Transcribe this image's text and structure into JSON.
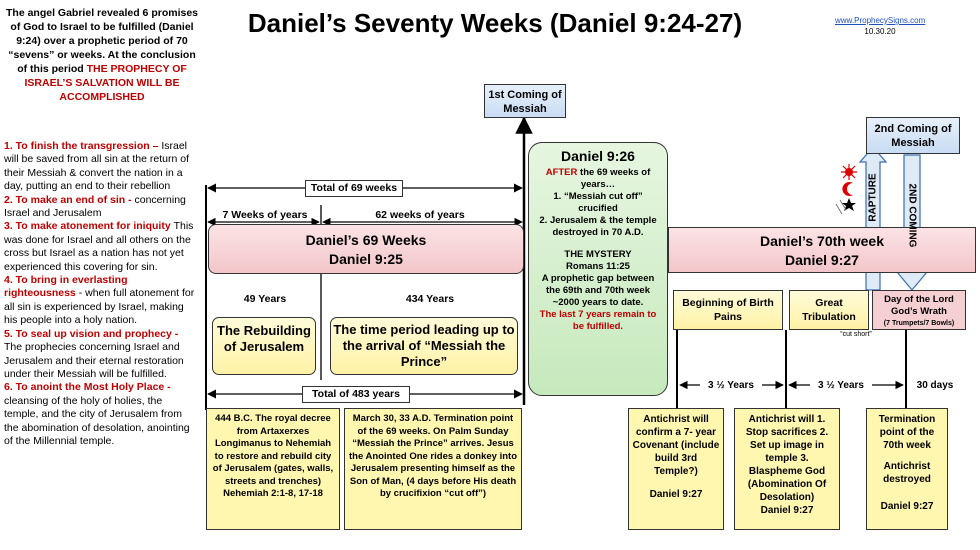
{
  "title": "Daniel’s Seventy Weeks (Daniel 9:24-27)",
  "website": "www.ProphecySigns.com",
  "date": "10.30.20",
  "intro": {
    "text": "The angel Gabriel revealed 6 promises of God to Israel to be fulfilled (Daniel 9:24) over a prophetic period of 70 “sevens” or weeks. At the conclusion of this period ",
    "highlight": "THE PROPHECY OF ISRAEL’S SALVATION WILL BE ACCOMPLISHED"
  },
  "promises": [
    {
      "head": "1. To finish the transgression – ",
      "body": "Israel will be saved from all sin at the return of their Messiah & convert the nation in a day, putting an end to their rebellion"
    },
    {
      "head": "2. To make an end of sin - ",
      "body": "concerning Israel and Jerusalem"
    },
    {
      "head": "3. To make atonement for iniquity ",
      "body": "This was done for Israel and all others on the cross but Israel as a nation has not yet experienced this covering for sin."
    },
    {
      "head": "4. To bring in everlasting righteousness",
      "body": " - when full atonement for all sin is experienced by Israel, making his people into a holy nation."
    },
    {
      "head": "5. To seal up vision and prophecy - ",
      "body": "The prophecies concerning Israel and Jerusalem and their eternal restoration under their Messiah will be fulfilled."
    },
    {
      "head": "6. To anoint the Most Holy Place - ",
      "body": "cleansing of the holy of holies, the temple, and the city of Jerusalem from the abomination of desolation, anointing of the Millennial temple."
    }
  ],
  "first_coming": "1st Coming of Messiah",
  "second_coming": "2nd Coming of Messiah",
  "total69": "Total of 69 weeks",
  "seven_weeks": "7 Weeks of years",
  "sixtytwo_weeks": "62 weeks of years",
  "box69": {
    "line1": "Daniel’s 69 Weeks",
    "line2": "Daniel 9:25"
  },
  "years49": "49 Years",
  "years434": "434 Years",
  "rebuild": "The Rebuilding of Jerusalem",
  "period": "The time period leading up to the arrival of “Messiah the Prince”",
  "total483": "Total of 483 years",
  "note444": "444 B.C. The royal decree from Artaxerxes Longimanus to Nehemiah to restore and rebuild city of Jerusalem (gates, walls, streets and trenches) Nehemiah 2:1-8, 17-18",
  "note33": "March 30, 33 A.D. Termination point of the 69 weeks. On Palm Sunday “Messiah the Prince” arrives. Jesus the Anointed One rides a donkey into Jerusalem presenting himself as the Son of Man, (4 days before His death by crucifixion “cut off”)",
  "gap": {
    "title": "Daniel 9:26",
    "after": "AFTER",
    "after_rest": " the 69 weeks of years…",
    "item1": "1. “Messiah cut off” crucified",
    "item2": "2. Jerusalem & the temple destroyed in 70 A.D.",
    "mystery": "THE MYSTERY",
    "ref": "Romans 11:25",
    "desc": "A prophetic gap between the 69th and 70th week ~2000 years to date.",
    "remain": "The last 7 years remain to be fulfilled."
  },
  "box70": {
    "line1": "Daniel’s 70th week",
    "line2": "Daniel 9:27"
  },
  "rapture": "RAPTURE",
  "second_coming_arrow": "2ND COMING",
  "birth": "Beginning of Birth Pains",
  "trib": "Great Tribulation",
  "cut_short": "“cut short”",
  "dayofLord": {
    "line1": "Day of the Lord",
    "line2": "God’s Wrath",
    "line3": "(7 Trumpets/7 Bowls)"
  },
  "half1": "3 ½ Years",
  "half2": "3 ½ Years",
  "days30": "30 days",
  "note_confirm": "Antichrist will confirm a 7- year Covenant (include build 3rd Temple?)",
  "note_confirm_ref": "Daniel 9:27",
  "note_stop": "Antichrist will 1. Stop sacrifices 2. Set up image in temple 3. Blaspheme God (Abomination Of Desolation)",
  "note_stop_ref": "Daniel 9:27",
  "note_term": "Termination point of the 70th week",
  "note_term2": "Antichrist destroyed",
  "note_term_ref": "Daniel 9:27",
  "colors": {
    "accent_red": "#c00000",
    "blue_box": "#c8dcf3",
    "pink_box": "#f3c6c9",
    "yellow_box": "#fff2a6",
    "green_box": "#c6e9bd"
  }
}
